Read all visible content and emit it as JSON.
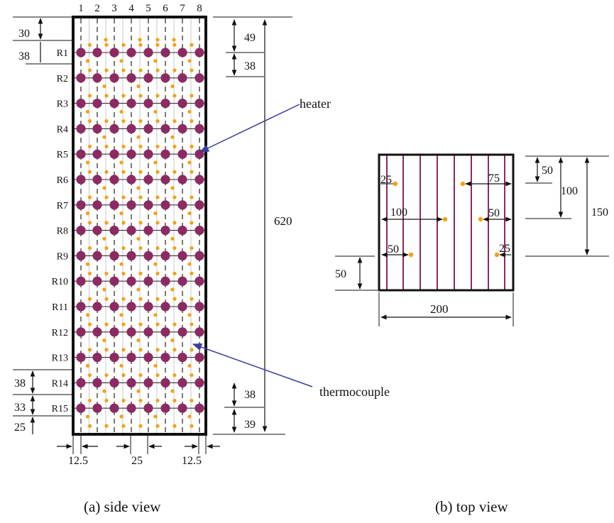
{
  "side_view": {
    "columns": [
      "1",
      "2",
      "3",
      "4",
      "5",
      "6",
      "7",
      "8"
    ],
    "rows": [
      "R1",
      "R2",
      "R3",
      "R4",
      "R5",
      "R6",
      "R7",
      "R8",
      "R9",
      "R10",
      "R11",
      "R12",
      "R13",
      "R14",
      "R15"
    ],
    "dim_left_top": [
      "30",
      "38"
    ],
    "dim_left_bottom": [
      "38",
      "33",
      "25"
    ],
    "dim_right_top": [
      "49",
      "38"
    ],
    "dim_right_bottom": [
      "38",
      "39"
    ],
    "dim_height": "620",
    "dim_bottom": [
      "12.5",
      "25",
      "12.5"
    ],
    "label_heater": "heater",
    "label_thermocouple": "thermocouple",
    "caption": "(a) side view"
  },
  "top_view": {
    "inner_labels": [
      "25",
      "75",
      "100",
      "50",
      "50",
      "25"
    ],
    "dim_right": [
      "50",
      "100",
      "150"
    ],
    "dim_left": "50",
    "dim_width": "200",
    "caption": "(b) top view"
  },
  "colors": {
    "heater": "#8c2a63",
    "thermocouple": "#f3a019",
    "line": "#111111",
    "arrow": "#3a3f9a"
  }
}
